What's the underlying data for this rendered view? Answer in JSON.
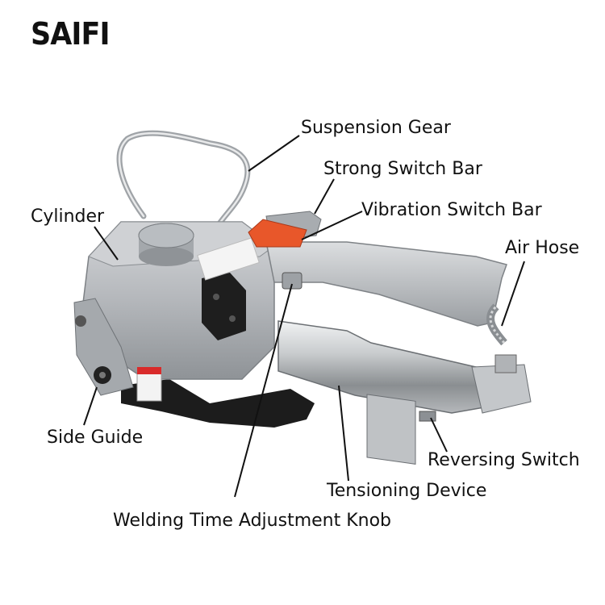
{
  "brand": {
    "logo_text": "SAIFI"
  },
  "labels": {
    "suspension_gear": "Suspension Gear",
    "strong_switch_bar": "Strong Switch Bar",
    "vibration_switch_bar": "Vibration Switch Bar",
    "cylinder": "Cylinder",
    "air_hose": "Air Hose",
    "side_guide": "Side Guide",
    "reversing_switch": "Reversing Switch",
    "tensioning_device": "Tensioning Device",
    "welding_time_adjustment_knob": "Welding Time Adjustment Knob"
  },
  "colors": {
    "body_silver": "#b9bcc0",
    "body_shadow": "#8e9296",
    "lever_orange": "#e8572a",
    "base_black": "#1c1c1c",
    "leader_line": "#111111",
    "label_text": "#111111"
  }
}
